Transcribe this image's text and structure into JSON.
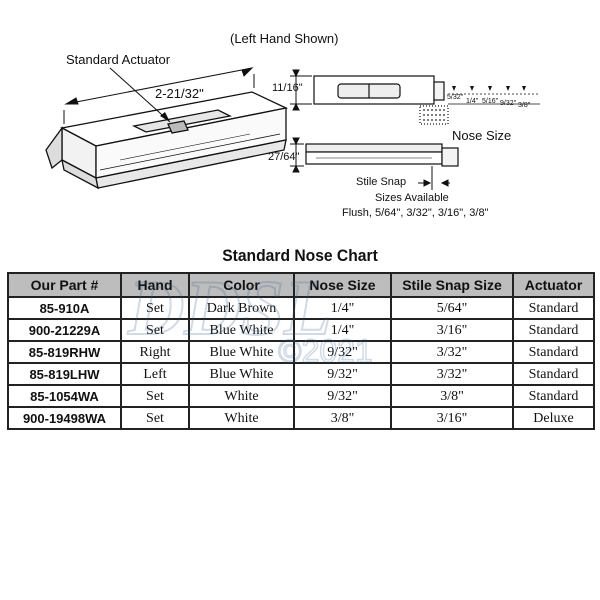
{
  "diagram": {
    "caption": "(Left Hand Shown)",
    "actuator_label": "Standard Actuator",
    "length_dim": "2-21/32\"",
    "height_dim": "11/16\"",
    "thickness_dim": "27/64\"",
    "nose_sizes": [
      "5/32\"",
      "1/4\"",
      "5/16\"",
      "9/32\"",
      "3/8\""
    ],
    "nose_size_label": "Nose Size",
    "stile_snap_label": "Stile Snap",
    "sizes_available_label": "Sizes Available",
    "sizes_list": "Flush, 5/64\", 3/32\", 3/16\", 3/8\""
  },
  "watermark": {
    "brand": "DDSL",
    "year": "©2021"
  },
  "nose_chart": {
    "title": "Standard Nose Chart",
    "headers": [
      "Our Part #",
      "Hand",
      "Color",
      "Nose Size",
      "Stile Snap Size",
      "Actuator"
    ],
    "rows": [
      [
        "85-910A",
        "Set",
        "Dark Brown",
        "1/4\"",
        "5/64\"",
        "Standard"
      ],
      [
        "900-21229A",
        "Set",
        "Blue White",
        "1/4\"",
        "3/16\"",
        "Standard"
      ],
      [
        "85-819RHW",
        "Right",
        "Blue White",
        "9/32\"",
        "3/32\"",
        "Standard"
      ],
      [
        "85-819LHW",
        "Left",
        "Blue White",
        "9/32\"",
        "3/32\"",
        "Standard"
      ],
      [
        "85-1054WA",
        "Set",
        "White",
        "9/32\"",
        "3/8\"",
        "Standard"
      ],
      [
        "900-19498WA",
        "Set",
        "White",
        "3/8\"",
        "3/16\"",
        "Deluxe"
      ]
    ]
  }
}
